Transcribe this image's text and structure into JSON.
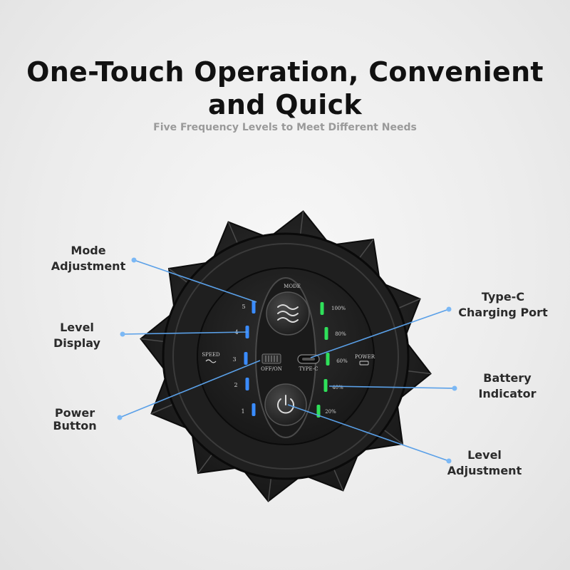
{
  "header": {
    "title": "One-Touch Operation, Convenient and Quick",
    "subtitle": "Five Frequency Levels to Meet Different Needs"
  },
  "callouts": {
    "mode_adjustment": "Mode\nAdjustment",
    "level_display": "Level\nDisplay",
    "power_button": "Power\nButton",
    "type_c_port": "Type-C\nCharging Port",
    "battery_indicator": "Battery\nIndicator",
    "level_adjustment": "Level\nAdjustment"
  },
  "device": {
    "mode_label": "MODE",
    "speed_label": "SPEED",
    "off_on_label": "OFF/ON",
    "type_c_label": "TYPE-C",
    "power_label": "POWER",
    "level_numbers": [
      "5",
      "4",
      "3",
      "2",
      "1"
    ],
    "battery_levels": [
      "100%",
      "80%",
      "60%",
      "40%",
      "20%"
    ]
  },
  "colors": {
    "level_led": "#3a8cff",
    "battery_led": "#2fe05a",
    "callout_line": "#5aa0e8",
    "device_body": "#1b1b1b"
  }
}
